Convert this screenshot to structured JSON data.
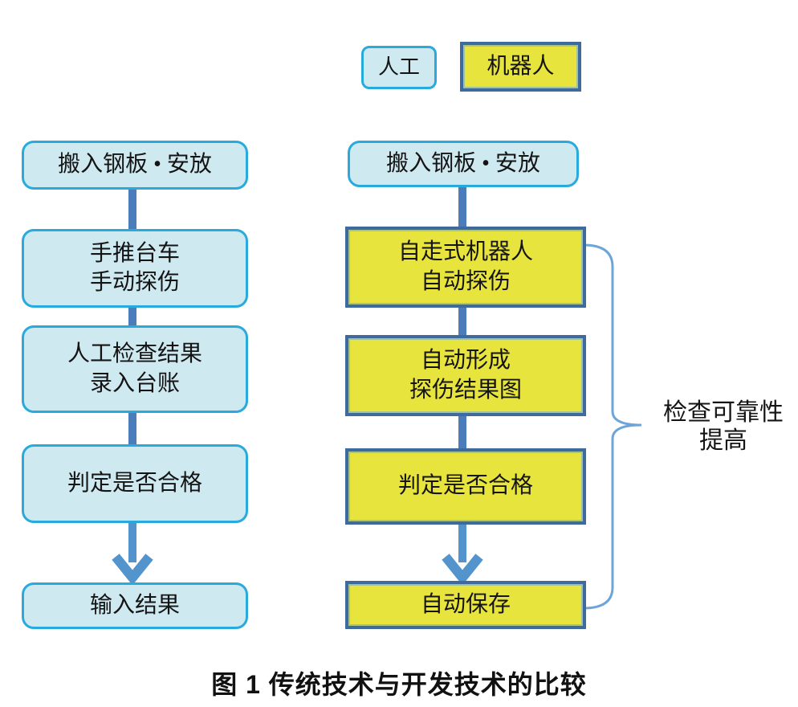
{
  "figure": {
    "caption": "图 1  传统技术与开发技术的比较"
  },
  "legend": {
    "manual_label": "人工",
    "robot_label": "机器人"
  },
  "left_flow": {
    "steps": [
      {
        "label": "搬入钢板 • 安放",
        "actor": "manual"
      },
      {
        "label": "手推台车\n手动探伤",
        "actor": "manual"
      },
      {
        "label": "人工检查结果\n录入台账",
        "actor": "manual"
      },
      {
        "label": "判定是否合格",
        "actor": "manual"
      },
      {
        "label": "输入结果",
        "actor": "manual"
      }
    ]
  },
  "right_flow": {
    "steps": [
      {
        "label": "搬入钢板 • 安放",
        "actor": "manual"
      },
      {
        "label": "自走式机器人\n自动探伤",
        "actor": "robot"
      },
      {
        "label": "自动形成\n探伤结果图",
        "actor": "robot"
      },
      {
        "label": "判定是否合格",
        "actor": "robot"
      },
      {
        "label": "自动保存",
        "actor": "robot"
      }
    ]
  },
  "annotation": {
    "label": "检查可靠性\n提高"
  },
  "colors": {
    "manual_fill": "#cfe9f1",
    "manual_border": "#29aadc",
    "robot_fill": "#e8e43e",
    "robot_border": "#3e6a9e",
    "connector": "#4a7db9",
    "arrow": "#5494cd",
    "brace": "#6ea5d8",
    "text": "#141414"
  }
}
